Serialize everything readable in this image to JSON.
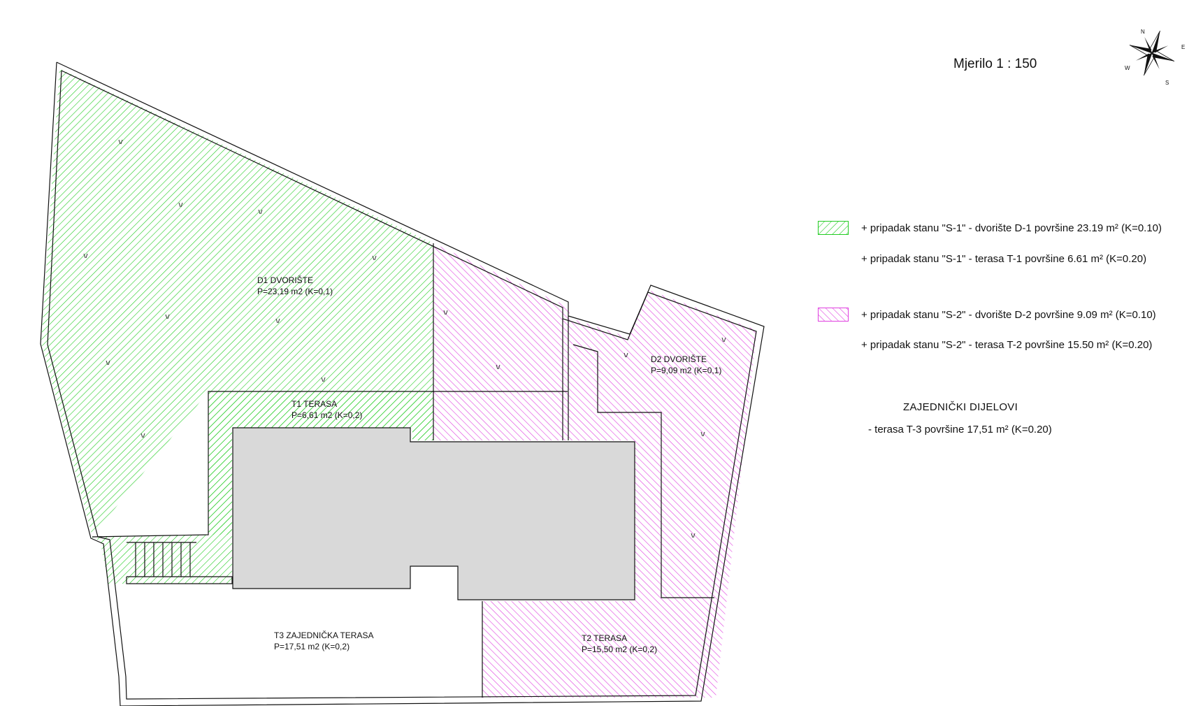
{
  "scale": "Mjerilo 1 : 150",
  "compass": {
    "n": "N",
    "e": "E",
    "s": "S",
    "w": "W"
  },
  "areas": {
    "d1": {
      "name": "D1 DVORIŠTE",
      "area": "P=23,19 m2 (K=0,1)"
    },
    "t1": {
      "name": "T1 TERASA",
      "area": "P=6,61 m2 (K=0,2)"
    },
    "d2": {
      "name": "D2 DVORIŠTE",
      "area": "P=9,09 m2 (K=0,1)"
    },
    "t2": {
      "name": "T2 TERASA",
      "area": "P=15,50 m2 (K=0,2)"
    },
    "t3": {
      "name": "T3 ZAJEDNIČKA TERASA",
      "area": "P=17,51 m2 (K=0,2)"
    }
  },
  "legend": {
    "items": [
      {
        "text": "+ pripadak stanu \"S-1\" - dvorište D-1 površine  23.19 m² (K=0.10)",
        "color": "#22cc22"
      },
      {
        "text": "+ pripadak stanu \"S-1\" - terasa T-1 površine  6.61 m² (K=0.20)"
      },
      {
        "text": "+ pripadak stanu \"S-2\" - dvorište D-2 površine  9.09 m² (K=0.10)",
        "color": "#e040e0"
      },
      {
        "text": "+ pripadak stanu \"S-2\" - terasa T-2 površine  15.50 m² (K=0.20)"
      }
    ]
  },
  "common": {
    "title": "ZAJEDNIČKI DIJELOVI",
    "item": "- terasa T-3 površine 17,51 m² (K=0.20)"
  },
  "colors": {
    "green_hatch": "#22cc22",
    "pink_hatch": "#e040e0",
    "building": "#d9d9d9",
    "outline": "#111111"
  }
}
